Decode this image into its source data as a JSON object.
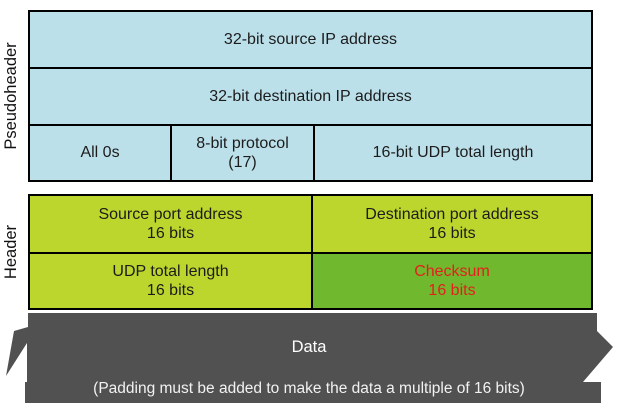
{
  "colors": {
    "pseudoheader_fill": "#bce0ea",
    "header_fill_light": "#bdd62e",
    "header_fill_dark": "#70b82d",
    "banner_fill": "#515151",
    "checksum_text": "#e41f1c",
    "border": "#000000"
  },
  "pseudoheader": {
    "label": "Pseudoheader",
    "row_source_ip": "32-bit source IP address",
    "row_destination_ip": "32-bit destination IP address",
    "row3": {
      "all_zeros": "All 0s",
      "protocol_line1": "8-bit protocol",
      "protocol_line2": "(17)",
      "udp_total_length": "16-bit UDP total length"
    }
  },
  "header": {
    "label": "Header",
    "source_port": {
      "line1": "Source port address",
      "line2": "16 bits"
    },
    "destination_port": {
      "line1": "Destination port address",
      "line2": "16 bits"
    },
    "udp_total_length": {
      "line1": "UDP total length",
      "line2": "16 bits"
    },
    "checksum": {
      "line1": "Checksum",
      "line2": "16 bits"
    }
  },
  "data_section": {
    "title": "Data",
    "note": "(Padding must be added to make the data a multiple of 16 bits)"
  }
}
